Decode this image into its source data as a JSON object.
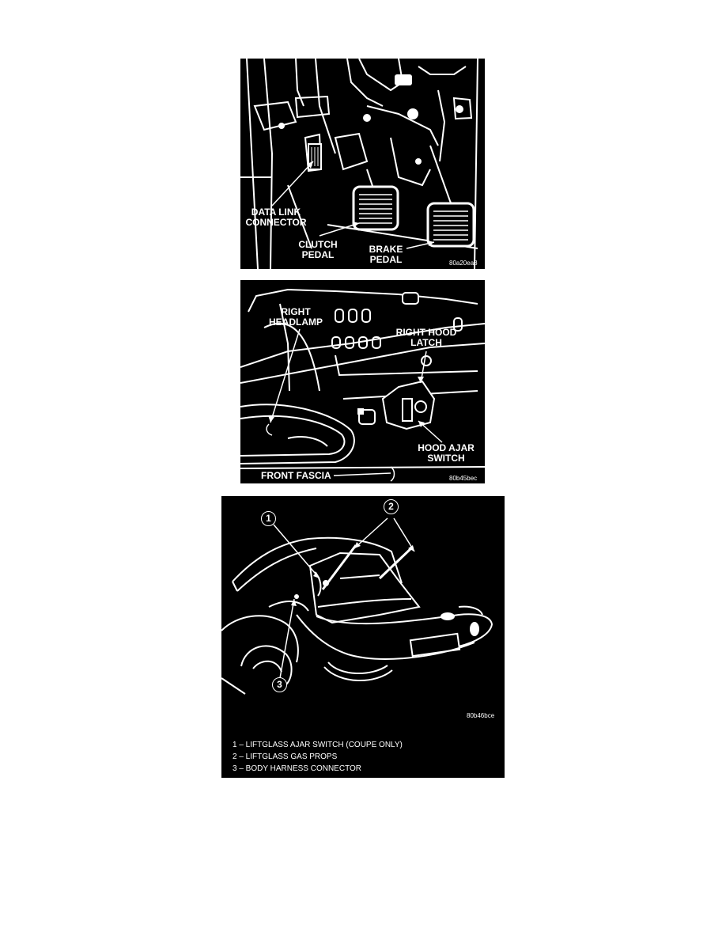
{
  "figure1": {
    "labels": {
      "data_link_connector": "DATA LINK\nCONNECTOR",
      "clutch_pedal": "CLUTCH\nPEDAL",
      "brake_pedal": "BRAKE\nPEDAL"
    },
    "code": "80a20ea8"
  },
  "figure2": {
    "labels": {
      "right_headlamp": "RIGHT\nHEADLAMP",
      "right_hood_latch": "RIGHT HOOD\nLATCH",
      "hood_ajar_switch": "HOOD AJAR\nSWITCH",
      "front_fascia": "FRONT FASCIA"
    },
    "code": "80b45bec"
  },
  "figure3": {
    "callouts": [
      "1",
      "2",
      "3"
    ],
    "code": "80b46bce",
    "legend": [
      "1 – LIFTGLASS AJAR SWITCH (COUPE ONLY)",
      "2 – LIFTGLASS GAS PROPS",
      "3 – BODY HARNESS CONNECTOR"
    ]
  }
}
